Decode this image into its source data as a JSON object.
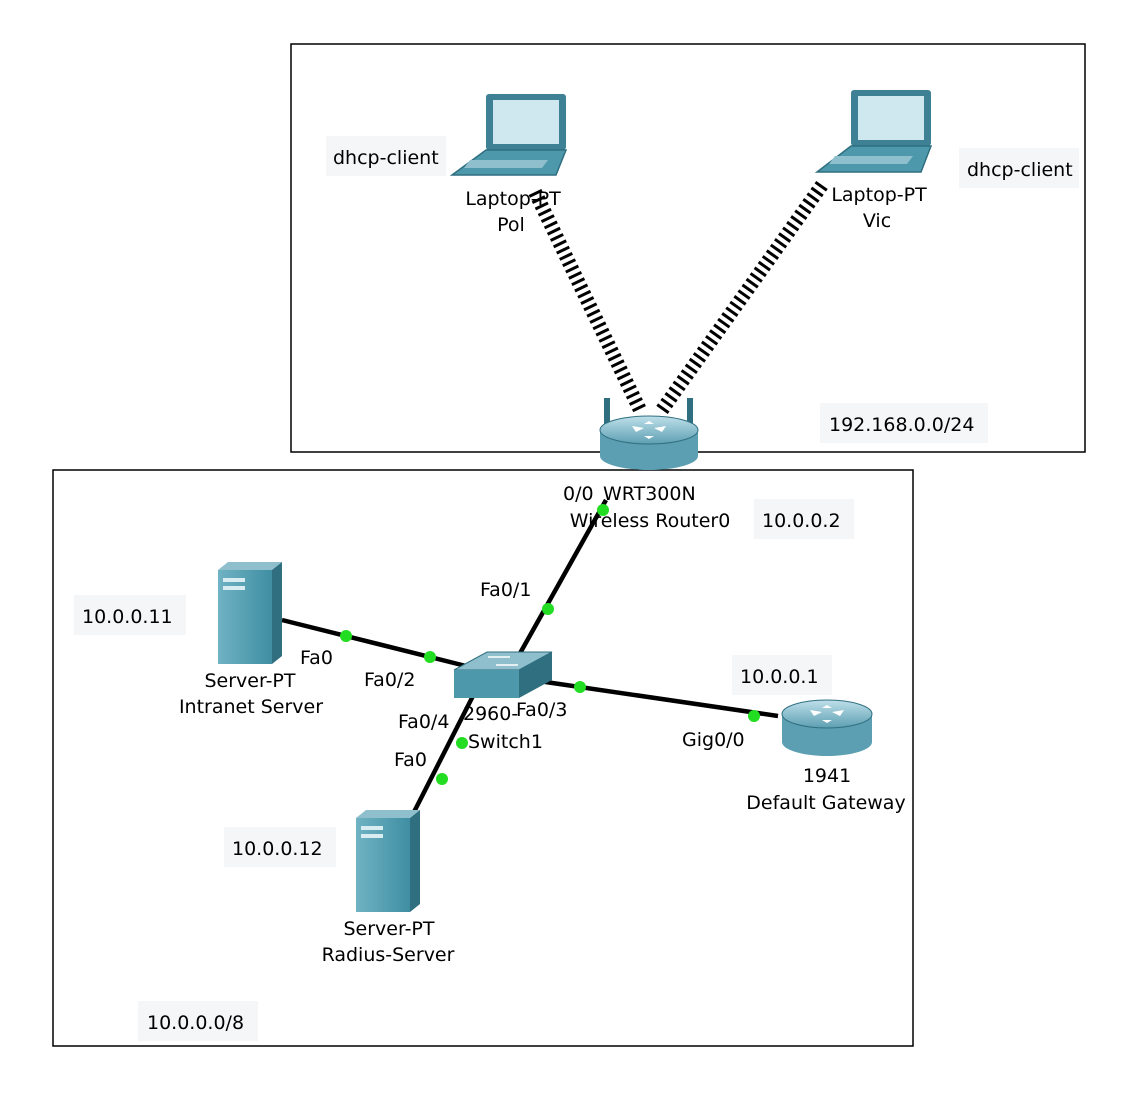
{
  "colors": {
    "cable": "#000000",
    "link_up": "#22dd22",
    "device_teal": "#4d98ab",
    "device_dark": "#2f6f80",
    "laptop_screen": "#cfe7ef",
    "router_body": "#8fbfcd",
    "note_background": "#f4f6f8"
  },
  "areas": {
    "wireless": {
      "network": "192.168.0.0/24"
    },
    "wired": {
      "network": "10.0.0.0/8"
    }
  },
  "devices": {
    "laptop_pol": {
      "icon": "laptop-icon",
      "model": "Laptop-PT",
      "name": "Pol",
      "note": "dhcp-client"
    },
    "laptop_vic": {
      "icon": "laptop-icon",
      "model": "Laptop-PT",
      "name": "Vic",
      "note": "dhcp-client"
    },
    "wireless_router": {
      "icon": "wireless-router-icon",
      "model": "WRT300N",
      "name": "Wireless Router0",
      "note": "10.0.0.2",
      "port": "0/0"
    },
    "switch": {
      "icon": "switch-icon",
      "model": "2960-",
      "name": "Switch1",
      "ports": {
        "to_router": "Fa0/1",
        "to_intranet": "Fa0/2",
        "to_gateway": "Fa0/3",
        "to_radius": "Fa0/4"
      }
    },
    "intranet_server": {
      "icon": "server-icon",
      "model": "Server-PT",
      "name": "Intranet Server",
      "note": "10.0.0.11",
      "port": "Fa0"
    },
    "radius_server": {
      "icon": "server-icon",
      "model": "Server-PT",
      "name": "Radius-Server",
      "note": "10.0.0.12",
      "port": "Fa0"
    },
    "gateway": {
      "icon": "router-icon",
      "model": "1941",
      "name": "Default Gateway",
      "note": "10.0.0.1",
      "port": "Gig0/0"
    }
  }
}
